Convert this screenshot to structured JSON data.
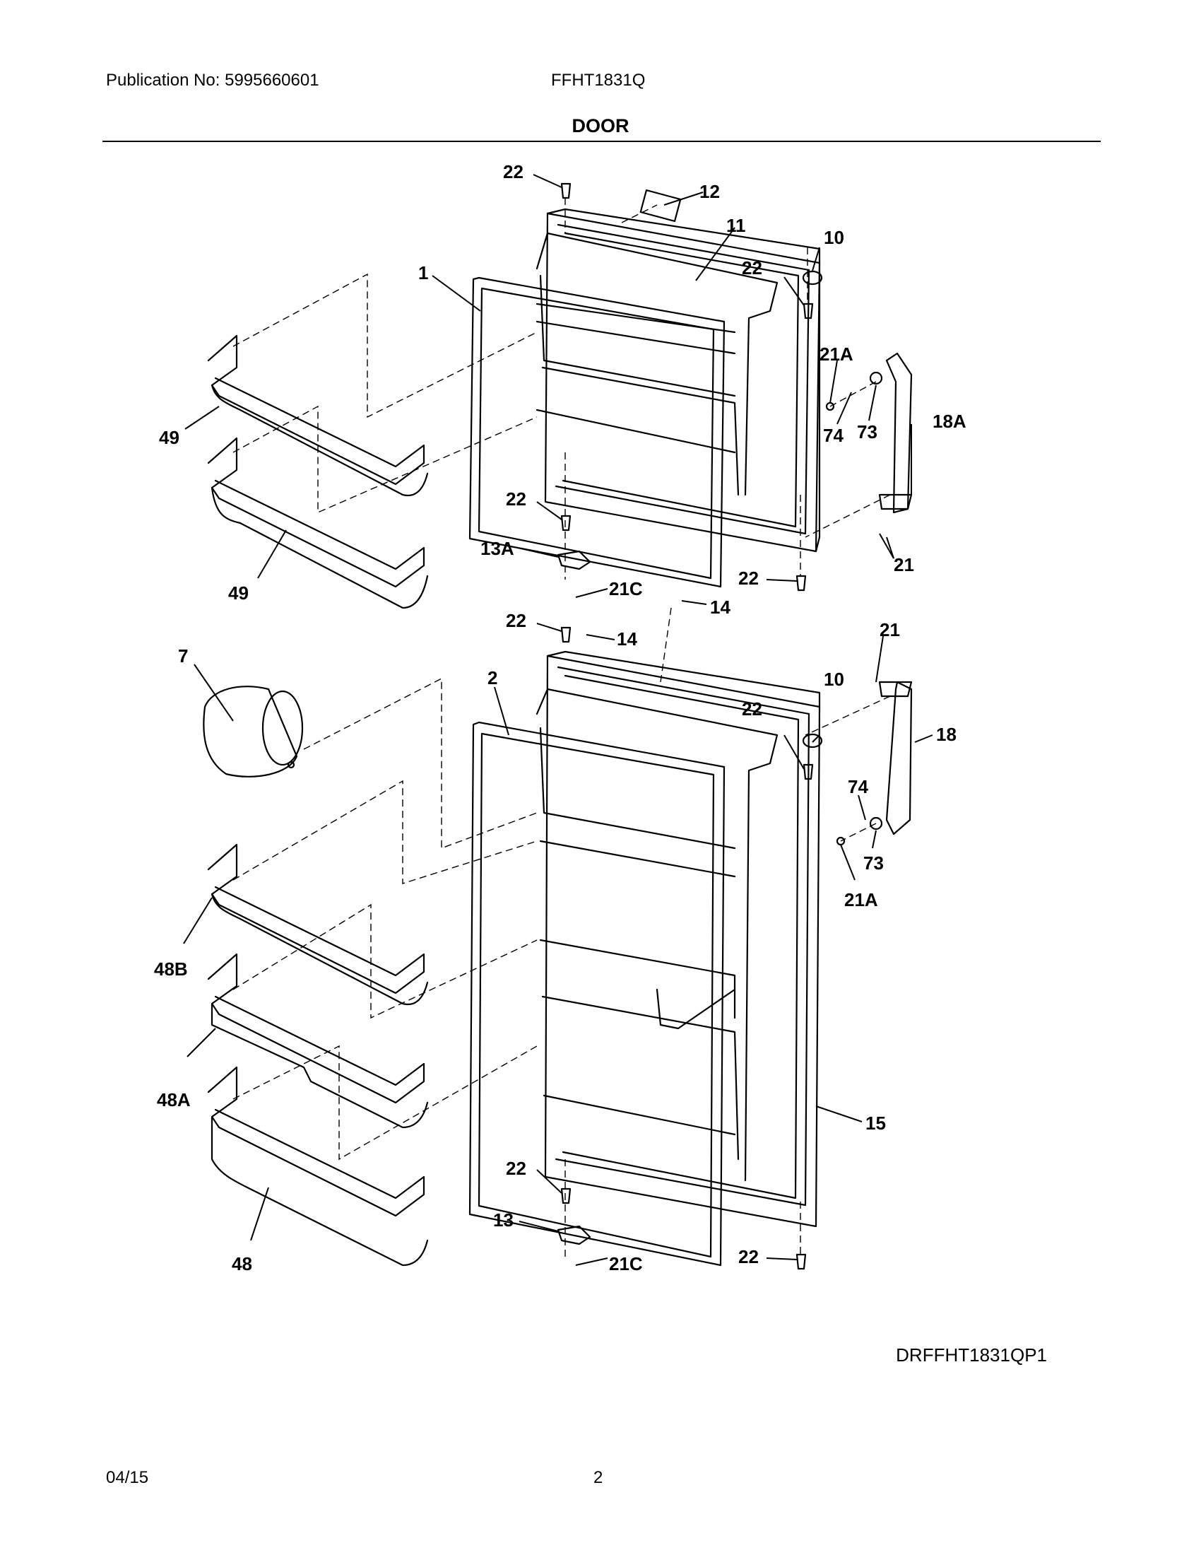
{
  "header": {
    "publication": "Publication No: 5995660601",
    "model": "FFHT1831Q",
    "section": "DOOR"
  },
  "diagram": {
    "callouts": {
      "c22a": "22",
      "c12": "12",
      "c11": "11",
      "c10a": "10",
      "c22b": "22",
      "c1": "1",
      "c21Aa": "21A",
      "c18A": "18A",
      "c74a": "74",
      "c73a": "73",
      "c49a": "49",
      "c22c": "22",
      "c13A": "13A",
      "c21a": "21",
      "c22d": "22",
      "c21Ca": "21C",
      "c49b": "49",
      "c14a": "14",
      "c22e": "22",
      "c14b": "14",
      "c21b": "21",
      "c7": "7",
      "c2": "2",
      "c10b": "10",
      "c22f": "22",
      "c18": "18",
      "c74b": "74",
      "c73b": "73",
      "c21Ab": "21A",
      "c48B": "48B",
      "c48A": "48A",
      "c15": "15",
      "c22g": "22",
      "c13": "13",
      "c21Cb": "21C",
      "c22h": "22",
      "c48": "48"
    },
    "figure_code": "DRFFHT1831QP1"
  },
  "footer": {
    "date": "04/15",
    "page": "2"
  }
}
